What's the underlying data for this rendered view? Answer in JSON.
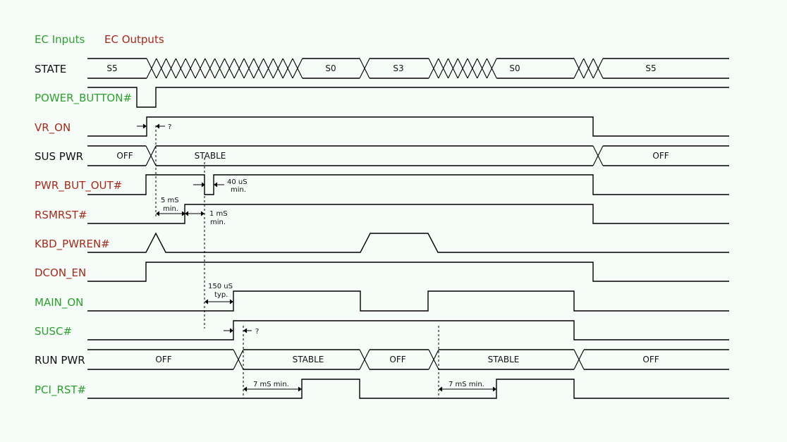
{
  "legend": {
    "inputs": "EC Inputs",
    "outputs": "EC Outputs"
  },
  "colors": {
    "input": "#2ca02c",
    "output": "#a52a1a",
    "neutral": "#111111",
    "background": "#f6fcf8"
  },
  "signals": [
    {
      "label": "STATE",
      "role": "neutral"
    },
    {
      "label": "POWER_BUTTON#",
      "role": "input"
    },
    {
      "label": "VR_ON",
      "role": "output"
    },
    {
      "label": "SUS PWR",
      "role": "neutral"
    },
    {
      "label": "PWR_BUT_OUT#",
      "role": "output"
    },
    {
      "label": "RSMRST#",
      "role": "output"
    },
    {
      "label": "KBD_PWREN#",
      "role": "output"
    },
    {
      "label": "DCON_EN",
      "role": "output"
    },
    {
      "label": "MAIN_ON",
      "role": "input"
    },
    {
      "label": "SUSC#",
      "role": "input"
    },
    {
      "label": "RUN PWR",
      "role": "neutral"
    },
    {
      "label": "PCI_RST#",
      "role": "input"
    }
  ],
  "bus_values": {
    "state": [
      "S5",
      "S0",
      "S3",
      "S0",
      "S5"
    ],
    "sus_pwr": [
      "OFF",
      "STABLE",
      "OFF"
    ],
    "run_pwr": [
      "OFF",
      "STABLE",
      "OFF",
      "STABLE",
      "OFF"
    ]
  },
  "annotations": {
    "vr_on_delay": "?",
    "susc_delay": "?",
    "pwr_but_out_pulse": [
      "40 uS",
      "min."
    ],
    "rsmrst_after_vr": [
      "5 mS",
      "min."
    ],
    "rsmrst_to_pbo": [
      "1 mS",
      "min."
    ],
    "main_on_delay": [
      "150 uS",
      "typ."
    ],
    "pci_rst_first": "7 mS min.",
    "pci_rst_second": "7 mS min."
  }
}
